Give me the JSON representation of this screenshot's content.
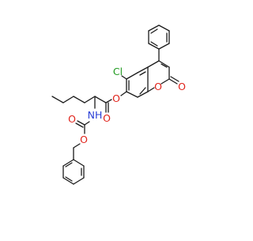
{
  "molecule": {
    "atom_labels": {
      "chlorine": "Cl",
      "ester_oxygen": "O",
      "carbonyl_oxygen": "O",
      "ring_oxygen": "O",
      "lactone_oxygen": "O",
      "amide_nitrogen": "NH",
      "carbamate_carbonyl_oxygen": "O",
      "carbamate_ether_oxygen": "O"
    },
    "colors": {
      "bond": "#1a1a1a",
      "oxygen": "#e0231b",
      "chlorine": "#1f9a1f",
      "nitrogen": "#2a3fd6"
    }
  }
}
